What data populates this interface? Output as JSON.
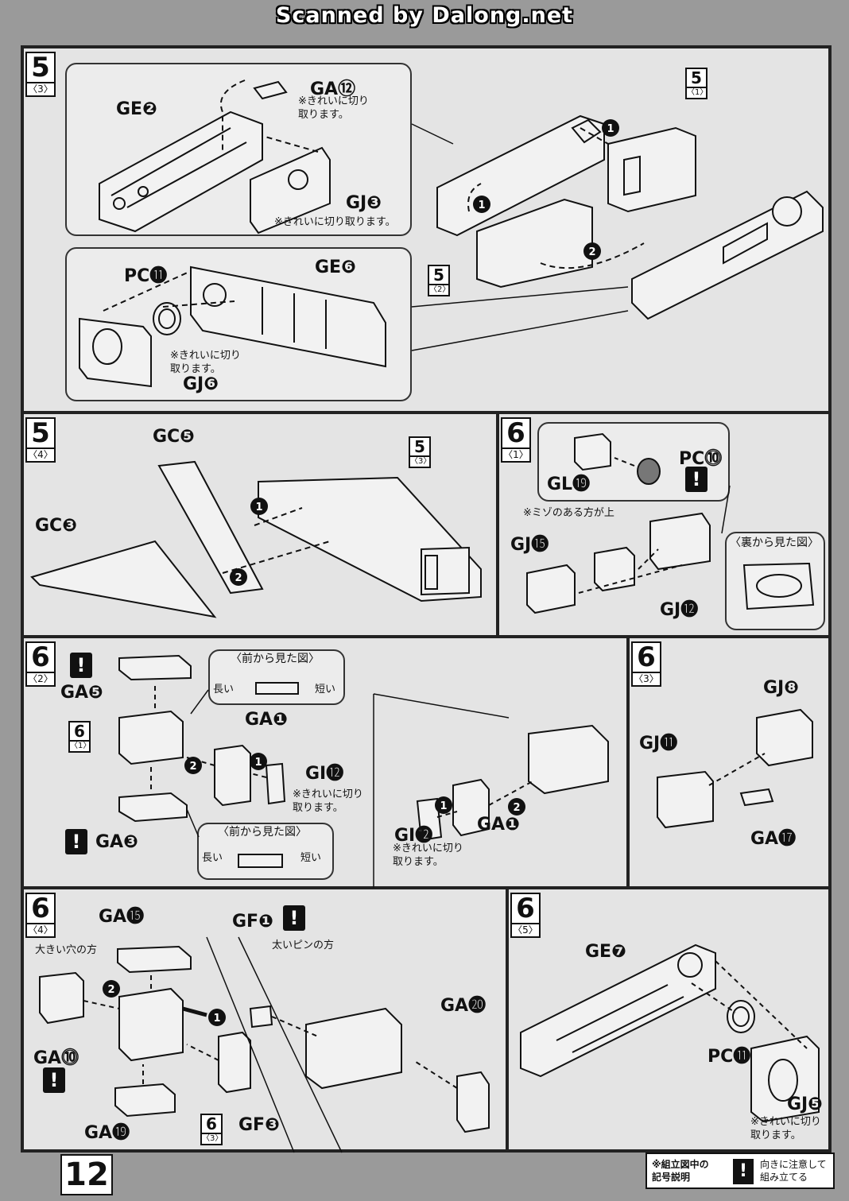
{
  "header": "Scanned by Dalong.net",
  "page_number": "12",
  "legend": {
    "title": "※組立図中の\n記号説明",
    "icon": "!",
    "desc": "向きに注意して\n組み立てる"
  },
  "p53": {
    "step": "5",
    "sub": "〈3〉",
    "ga12": "GA",
    "ga12n": "⑫",
    "ga12note": "※きれいに切り\n取ります。",
    "ge2": "GE",
    "ge2n": "❷",
    "gj3": "GJ",
    "gj3n": "❸",
    "gj3note": "※きれいに切り取ります。",
    "pc11": "PC",
    "pc11n": "⓫",
    "ge6": "GE",
    "ge6n": "❻",
    "gj6note": "※きれいに切り\n取ります。",
    "gj6": "GJ",
    "gj6n": "❻",
    "ref51": "5",
    "ref51s": "〈1〉",
    "ref52": "5",
    "ref52s": "〈2〉"
  },
  "p54": {
    "step": "5",
    "sub": "〈4〉",
    "gc5": "GC",
    "gc5n": "❺",
    "gc3": "GC",
    "gc3n": "❸",
    "ref": "5",
    "refs": "〈3〉"
  },
  "p61": {
    "step": "6",
    "sub": "〈1〉",
    "pc10": "PC",
    "pc10n": "⓾",
    "gl19": "GL",
    "gl19n": "⓳",
    "mizo": "※ミゾのある方が上",
    "gj15": "GJ",
    "gj15n": "⓯",
    "gj12": "GJ",
    "gj12n": "⓬",
    "back": "〈裏から見た図〉"
  },
  "p62": {
    "step": "6",
    "sub": "〈2〉",
    "ga5": "GA",
    "ga5n": "❺",
    "ref": "6",
    "refs": "〈1〉",
    "front1": "〈前から見た図〉",
    "long": "長い",
    "short": "短い",
    "ga1": "GA",
    "ga1n": "❶",
    "gi12": "GI",
    "gi12n": "⓬",
    "gi12note": "※きれいに切り\n取ります。",
    "ga3": "GA",
    "ga3n": "❸",
    "front2": "〈前から見た図〉",
    "ga1b": "GA",
    "ga1bn": "❶",
    "gi12b": "GI",
    "gi12bn": "⓬",
    "gi12bnote": "※きれいに切り\n取ります。"
  },
  "p63": {
    "step": "6",
    "sub": "〈3〉",
    "gj8": "GJ",
    "gj8n": "❽",
    "gj11": "GJ",
    "gj11n": "⓫",
    "ga17": "GA",
    "ga17n": "⓱"
  },
  "p64": {
    "step": "6",
    "sub": "〈4〉",
    "ga15": "GA",
    "ga15n": "⓯",
    "bighole": "大きい穴の方",
    "gf1": "GF",
    "gf1n": "❶",
    "bigpin": "太いピンの方",
    "ga20": "GA",
    "ga20n": "⓴",
    "ga10": "GA",
    "ga10n": "⓾",
    "ga19": "GA",
    "ga19n": "⓳",
    "gf3": "GF",
    "gf3n": "❸",
    "ref": "6",
    "refs": "〈3〉"
  },
  "p65": {
    "step": "6",
    "sub": "〈5〉",
    "ge7": "GE",
    "ge7n": "❼",
    "pc11": "PC",
    "pc11n": "⓫",
    "gj5": "GJ",
    "gj5n": "❺",
    "gj5note": "※きれいに切り\n取ります。"
  }
}
